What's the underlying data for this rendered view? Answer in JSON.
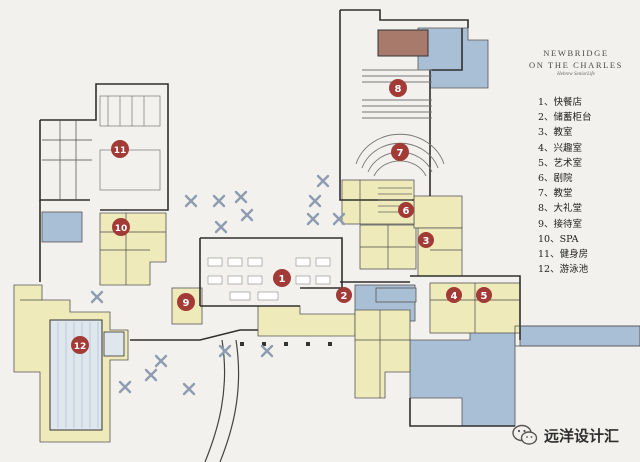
{
  "title": {
    "line1": "NEWBRIDGE",
    "line2": "ON THE CHARLES",
    "subline": "Hebrew SeniorLife"
  },
  "legend": [
    {
      "num": "1",
      "text": "1、快餐店"
    },
    {
      "num": "2",
      "text": "2、储蓄柜台"
    },
    {
      "num": "3",
      "text": "3、教室"
    },
    {
      "num": "4",
      "text": "4、兴趣室"
    },
    {
      "num": "5",
      "text": "5、艺术室"
    },
    {
      "num": "6",
      "text": "6、剧院"
    },
    {
      "num": "7",
      "text": "7、教堂"
    },
    {
      "num": "8",
      "text": "8、大礼堂"
    },
    {
      "num": "9",
      "text": "9、接待室"
    },
    {
      "num": "10",
      "text": "10、SPA"
    },
    {
      "num": "11",
      "text": "11、健身房"
    },
    {
      "num": "12",
      "text": "12、游泳池"
    }
  ],
  "markers": [
    "1",
    "2",
    "3",
    "4",
    "5",
    "6",
    "7",
    "8",
    "9",
    "10",
    "11",
    "12"
  ],
  "watermark": {
    "text": "远洋设计汇",
    "icon": "wechat-icon"
  },
  "colors": {
    "marker": "#a23a36",
    "zone_yellow": "#eeeab9",
    "zone_blue": "#a9bfd6",
    "wall": "#2f2f2f",
    "background": "#f2f1ed",
    "pool_water": "#dfe7ee",
    "stage": "#a87a6c"
  }
}
